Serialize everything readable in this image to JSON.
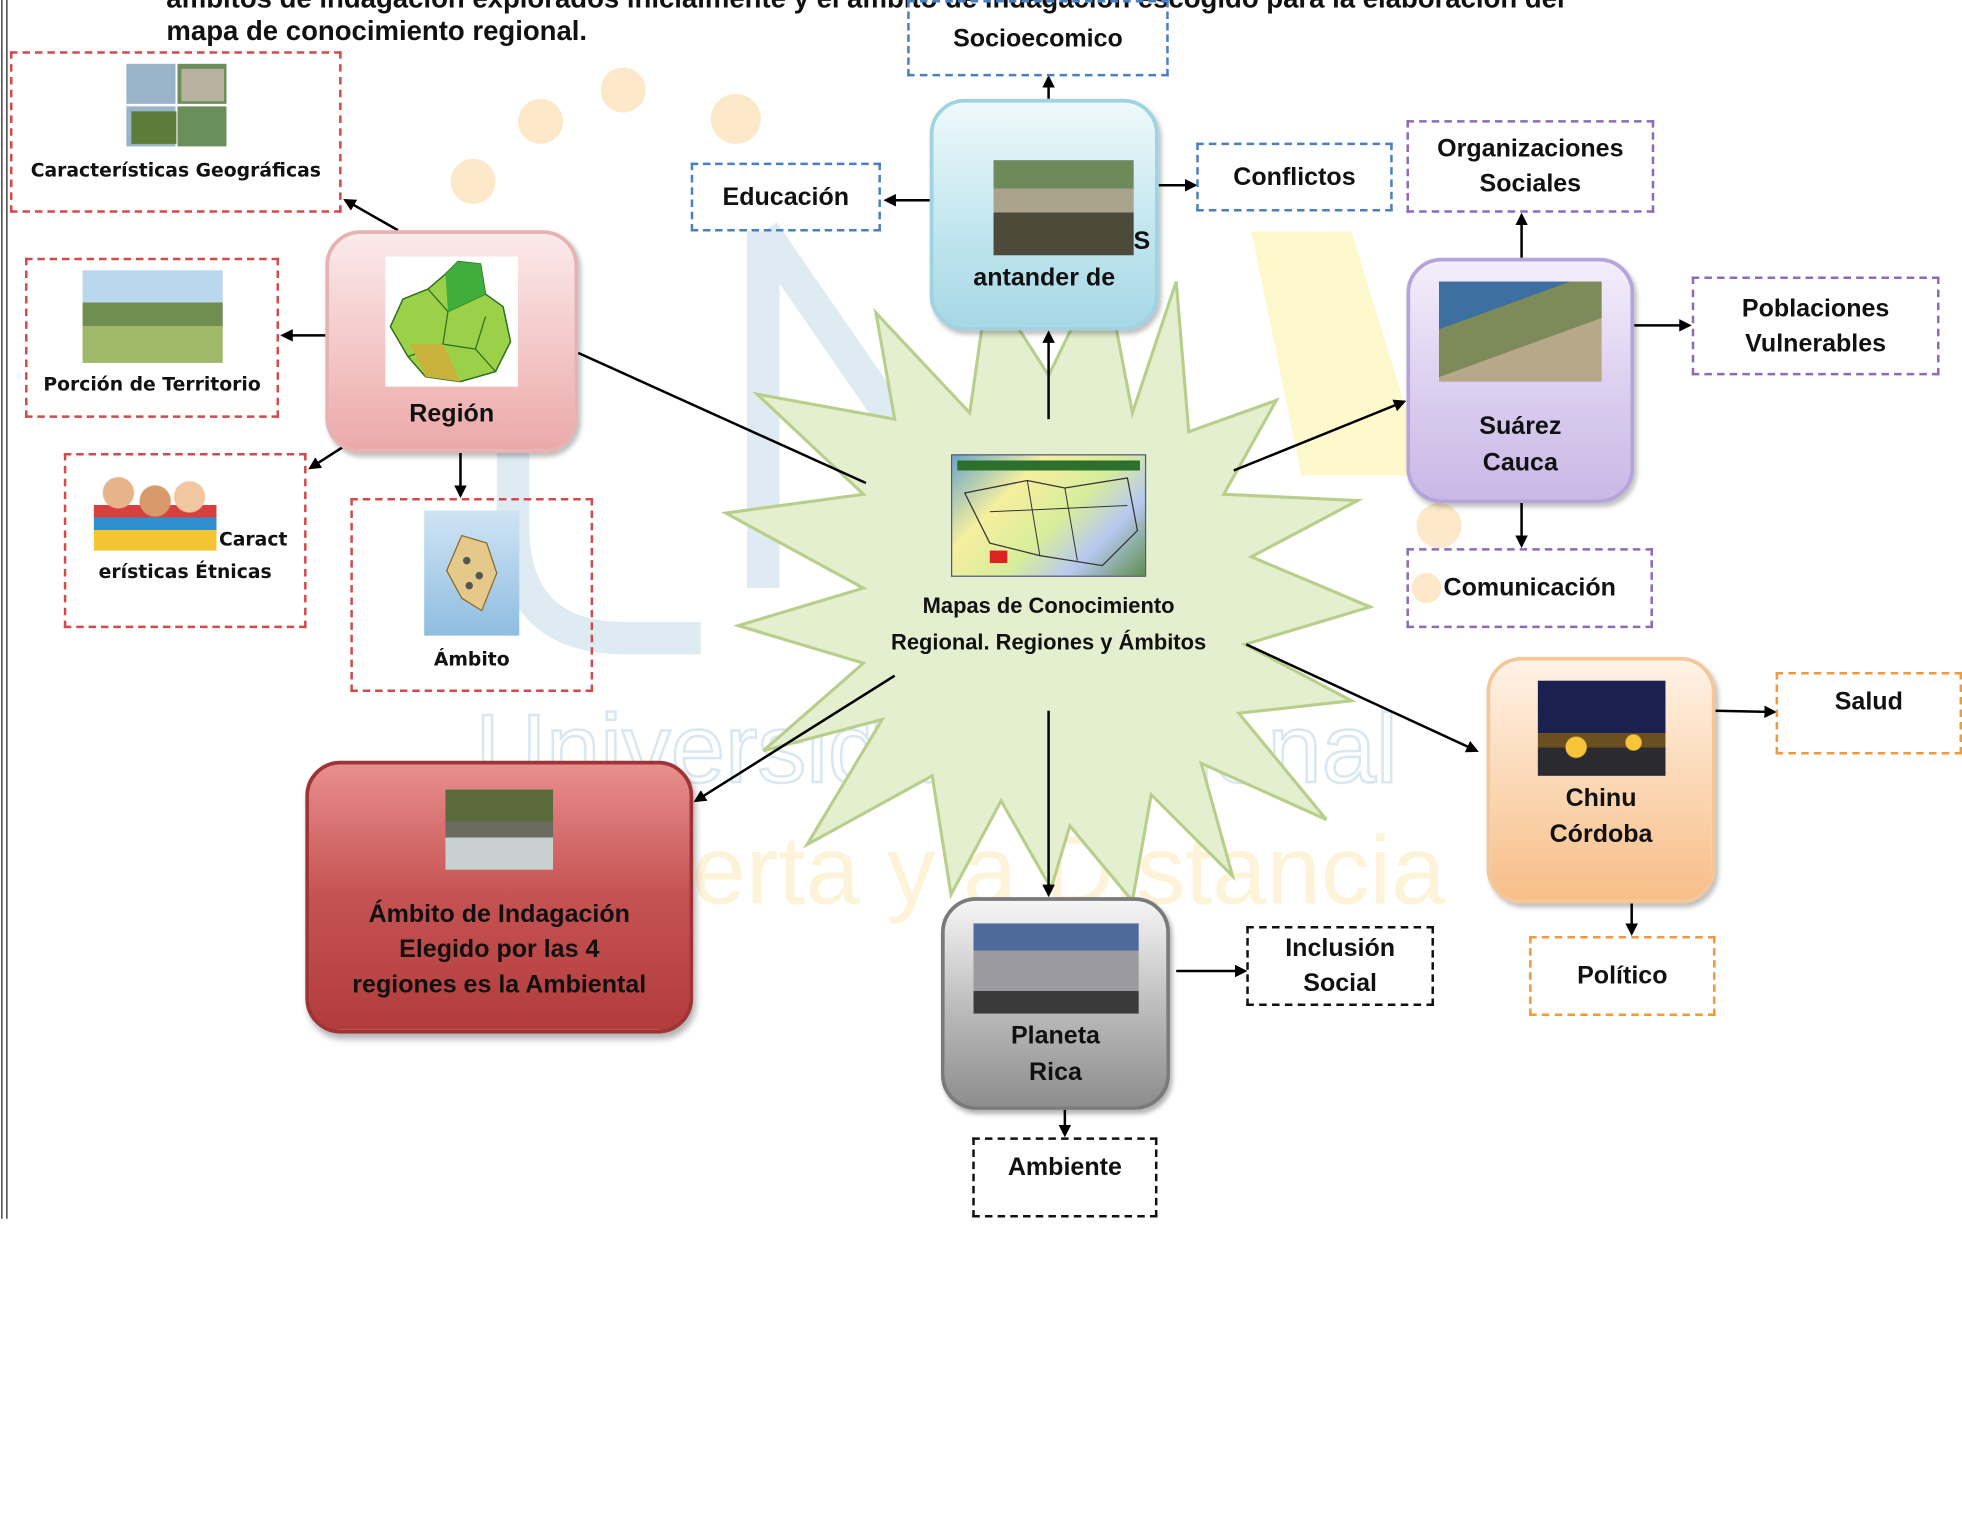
{
  "heading": {
    "line1": "ámbitos de indagación explorados inicialmente y el ámbito de indagación escogido para la elaboración del",
    "line2": "mapa de conocimiento regional."
  },
  "watermark": {
    "line1": "Universidad Nacional",
    "line2": "Abierta y a Distancia"
  },
  "center": {
    "line1": "Mapas de Conocimiento",
    "line2": "Regional. Regiones y Ámbitos"
  },
  "region": {
    "title": "Región",
    "children": {
      "geo": "Características Geográficas",
      "territorio": "Porción de Territorio",
      "etnicas_a": "Caract",
      "etnicas_b": "erísticas Étnicas",
      "ambito": "Ámbito"
    }
  },
  "santander": {
    "title_s": "S",
    "title": "antander de",
    "children": {
      "socio": "Socioecomico",
      "educacion": "Educación",
      "conflictos": "Conflictos"
    }
  },
  "suarez": {
    "line1": "Suárez",
    "line2": "Cauca",
    "children": {
      "org_1": "Organizaciones",
      "org_2": "Sociales",
      "pob_1": "Poblaciones",
      "pob_2": "Vulnerables",
      "comunicacion": "Comunicación"
    }
  },
  "chinu": {
    "line1": "Chinu",
    "line2": "Córdoba",
    "children": {
      "salud": "Salud",
      "politico": "Político"
    }
  },
  "planeta": {
    "line1": "Planeta",
    "line2": "Rica",
    "children": {
      "inc_1": "Inclusión",
      "inc_2": "Social",
      "ambiente": "Ambiente"
    }
  },
  "ambito_elegido": {
    "line1": "Ámbito de Indagación",
    "line2": "Elegido por las 4",
    "line3": "regiones es la Ambiental"
  },
  "colors": {
    "region": "#f3c3c3",
    "santander": "#bfe5ee",
    "suarez": "#d9cbee",
    "chinu": "#fbd3ad",
    "planeta": "#b9b9b9",
    "ambito": "#c55252",
    "star": "#e4efcf"
  }
}
